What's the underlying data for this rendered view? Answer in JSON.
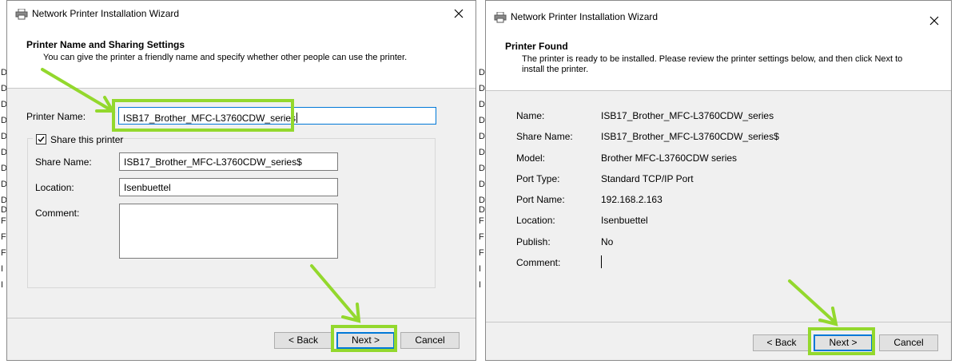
{
  "colors": {
    "highlight": "#93d82d",
    "focus_border": "#0078d7",
    "dialog_bg": "#f0f0f0"
  },
  "icons": [
    "printer-icon",
    "close-icon",
    "checkmark-icon",
    "arrow-pointer-icon"
  ],
  "dialog1": {
    "window_title": "Network Printer Installation Wizard",
    "header_title": "Printer Name and Sharing Settings",
    "header_desc": "You can give the printer a friendly name and specify whether other people can use the printer.",
    "printer_name_label": "Printer Name:",
    "printer_name_value": "ISB17_Brother_MFC-L3760CDW_series",
    "share_checkbox_label": "Share this printer",
    "share_checked": true,
    "share_name_label": "Share Name:",
    "share_name_value": "ISB17_Brother_MFC-L3760CDW_series$",
    "location_label": "Location:",
    "location_value": "Isenbuettel",
    "comment_label": "Comment:",
    "comment_value": "",
    "back_label": "< Back",
    "next_label": "Next >",
    "cancel_label": "Cancel"
  },
  "dialog2": {
    "window_title": "Network Printer Installation Wizard",
    "header_title": "Printer Found",
    "header_desc_line1": "The printer is ready to be installed. Please review the printer settings below, and then click  Next to",
    "header_desc_line2": "install the printer.",
    "summary": [
      {
        "label": "Name:",
        "value": "ISB17_Brother_MFC-L3760CDW_series"
      },
      {
        "label": "Share Name:",
        "value": "ISB17_Brother_MFC-L3760CDW_series$"
      },
      {
        "label": "Model:",
        "value": "Brother MFC-L3760CDW series"
      },
      {
        "label": "Port Type:",
        "value": "Standard TCP/IP Port"
      },
      {
        "label": "Port Name:",
        "value": "192.168.2.163"
      },
      {
        "label": "Location:",
        "value": "Isenbuettel"
      },
      {
        "label": "Publish:",
        "value": "No"
      },
      {
        "label": "Comment:",
        "value": ""
      }
    ],
    "back_label": "< Back",
    "next_label": "Next >",
    "cancel_label": "Cancel"
  },
  "background_fragments": {
    "left_column": [
      "D",
      "D",
      "D",
      "D",
      "D",
      "D",
      "D",
      "D",
      "D",
      "D",
      "F",
      "F",
      "F",
      "I",
      "I"
    ],
    "right_column": [
      "D",
      "D",
      "D",
      "D",
      "D",
      "D",
      "D",
      "D",
      "D",
      "D",
      "F",
      "F",
      "F",
      "I",
      "I"
    ]
  }
}
